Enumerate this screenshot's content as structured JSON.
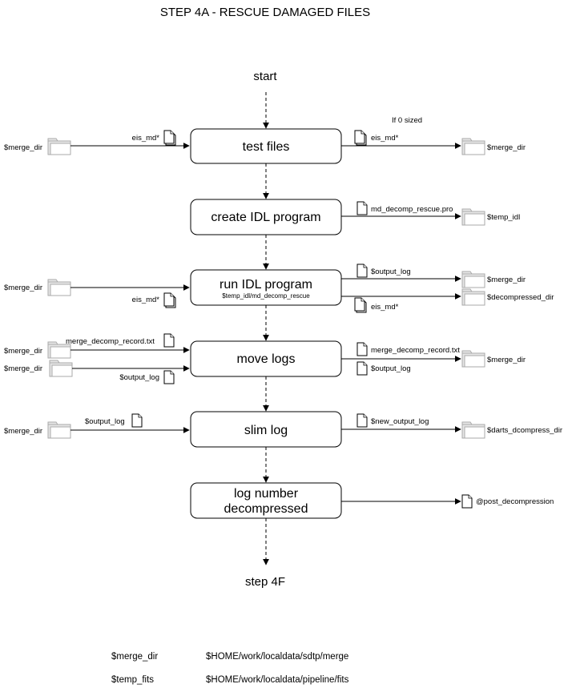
{
  "title": "STEP 4A - RESCUE DAMAGED FILES",
  "start_label": "start",
  "end_label": "step 4F",
  "if_zero_note": "If 0 sized",
  "boxes": {
    "test_files": "test files",
    "create_idl": "create IDL program",
    "run_idl": "run IDL program",
    "run_idl_sub": "$temp_idl/md_decomp_rescue",
    "move_logs": "move logs",
    "slim_log": "slim log",
    "log_number_line1": "log number",
    "log_number_line2": "decompressed"
  },
  "folders": {
    "merge_dir": "$merge_dir",
    "temp_idl": "$temp_idl",
    "decompressed_dir": "$decompressed_dir",
    "darts_dcompress_dir": "$darts_dcompress_dir"
  },
  "files": {
    "eis_md": "eis_md*",
    "md_decomp_rescue_pro": "md_decomp_rescue.pro",
    "output_log": "$output_log",
    "merge_decomp_record": "merge_decomp_record.txt",
    "new_output_log": "$new_output_log",
    "post_decompression": "@post_decompression"
  },
  "legend": [
    {
      "name": "$merge_dir",
      "value": "$HOME/work/localdata/sdtp/merge"
    },
    {
      "name": "$temp_fits",
      "value": "$HOME/work/localdata/pipeline/fits"
    }
  ]
}
